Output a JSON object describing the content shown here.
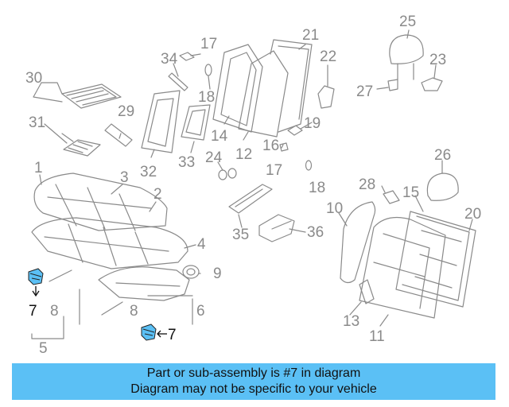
{
  "labels": {
    "n1": "1",
    "n2": "2",
    "n3": "3",
    "n4": "4",
    "n5": "5",
    "n6": "6",
    "n7": "7",
    "n8": "8",
    "n9": "9",
    "n10": "10",
    "n11": "11",
    "n12": "12",
    "n13": "13",
    "n14": "14",
    "n15": "15",
    "n16": "16",
    "n17": "17",
    "n18": "18",
    "n19": "19",
    "n20": "20",
    "n21": "21",
    "n22": "22",
    "n23": "23",
    "n24": "24",
    "n25": "25",
    "n26": "26",
    "n27": "27",
    "n28": "28",
    "n29": "29",
    "n30": "30",
    "n31": "31",
    "n32": "32",
    "n33": "33",
    "n34": "34",
    "n35": "35",
    "n36": "36"
  },
  "highlight": {
    "part_number": "7",
    "color": "#5bc0f5"
  },
  "banner": {
    "line1": "Part or sub-assembly is #7 in diagram",
    "line2": "Diagram may not be specific to your vehicle",
    "background": "#5bc0f5"
  }
}
